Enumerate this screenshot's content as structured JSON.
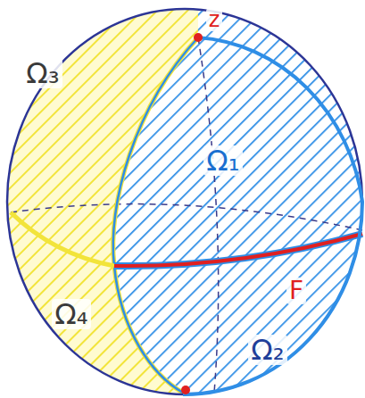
{
  "diagram": {
    "labels": [
      "z",
      "Ω₃",
      "Ω₁",
      "Ω₄",
      "F",
      "Ω₂"
    ]
  }
}
